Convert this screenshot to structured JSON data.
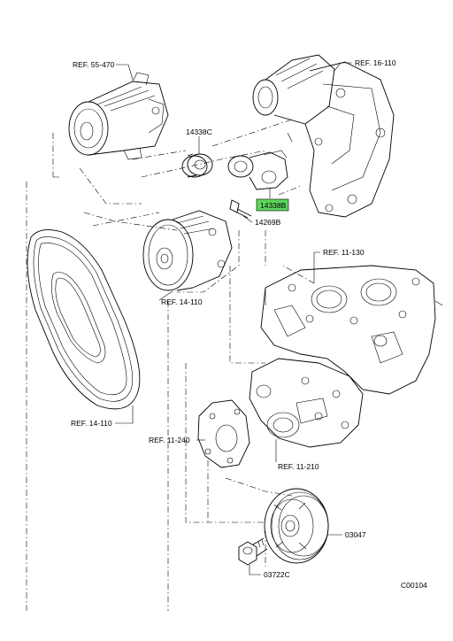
{
  "labels": {
    "ref_55_470": "REF. 55-470",
    "ref_16_110": "REF. 16-110",
    "part_14338c": "14338C",
    "part_14338b": "14338B",
    "part_14269b": "14269B",
    "ref_14_110_pump": "REF. 14-110",
    "ref_11_130": "REF. 11-130",
    "ref_14_110_belt": "REF. 14-110",
    "ref_11_240": "REF. 11-240",
    "ref_11_210": "REF. 11-210",
    "part_03047": "03047",
    "part_03722c": "03722C",
    "figure_code": "C00104"
  },
  "colors": {
    "highlight": "#5cd65c",
    "line": "#000000",
    "background": "#ffffff"
  },
  "highlighted_part": "14338B"
}
